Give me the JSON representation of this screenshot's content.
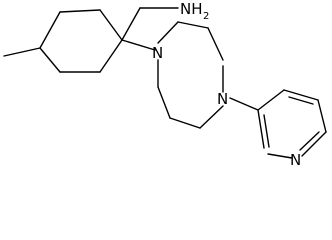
{
  "molecule": {
    "atom_labels": {
      "amine_symbol": "NH",
      "amine_subscript": "2",
      "piperazine_n1": "N",
      "piperazine_n4": "N",
      "pyridine_n": "N"
    },
    "colors": {
      "bond": "#000000",
      "label": "#000000",
      "background": "#ffffff"
    }
  }
}
